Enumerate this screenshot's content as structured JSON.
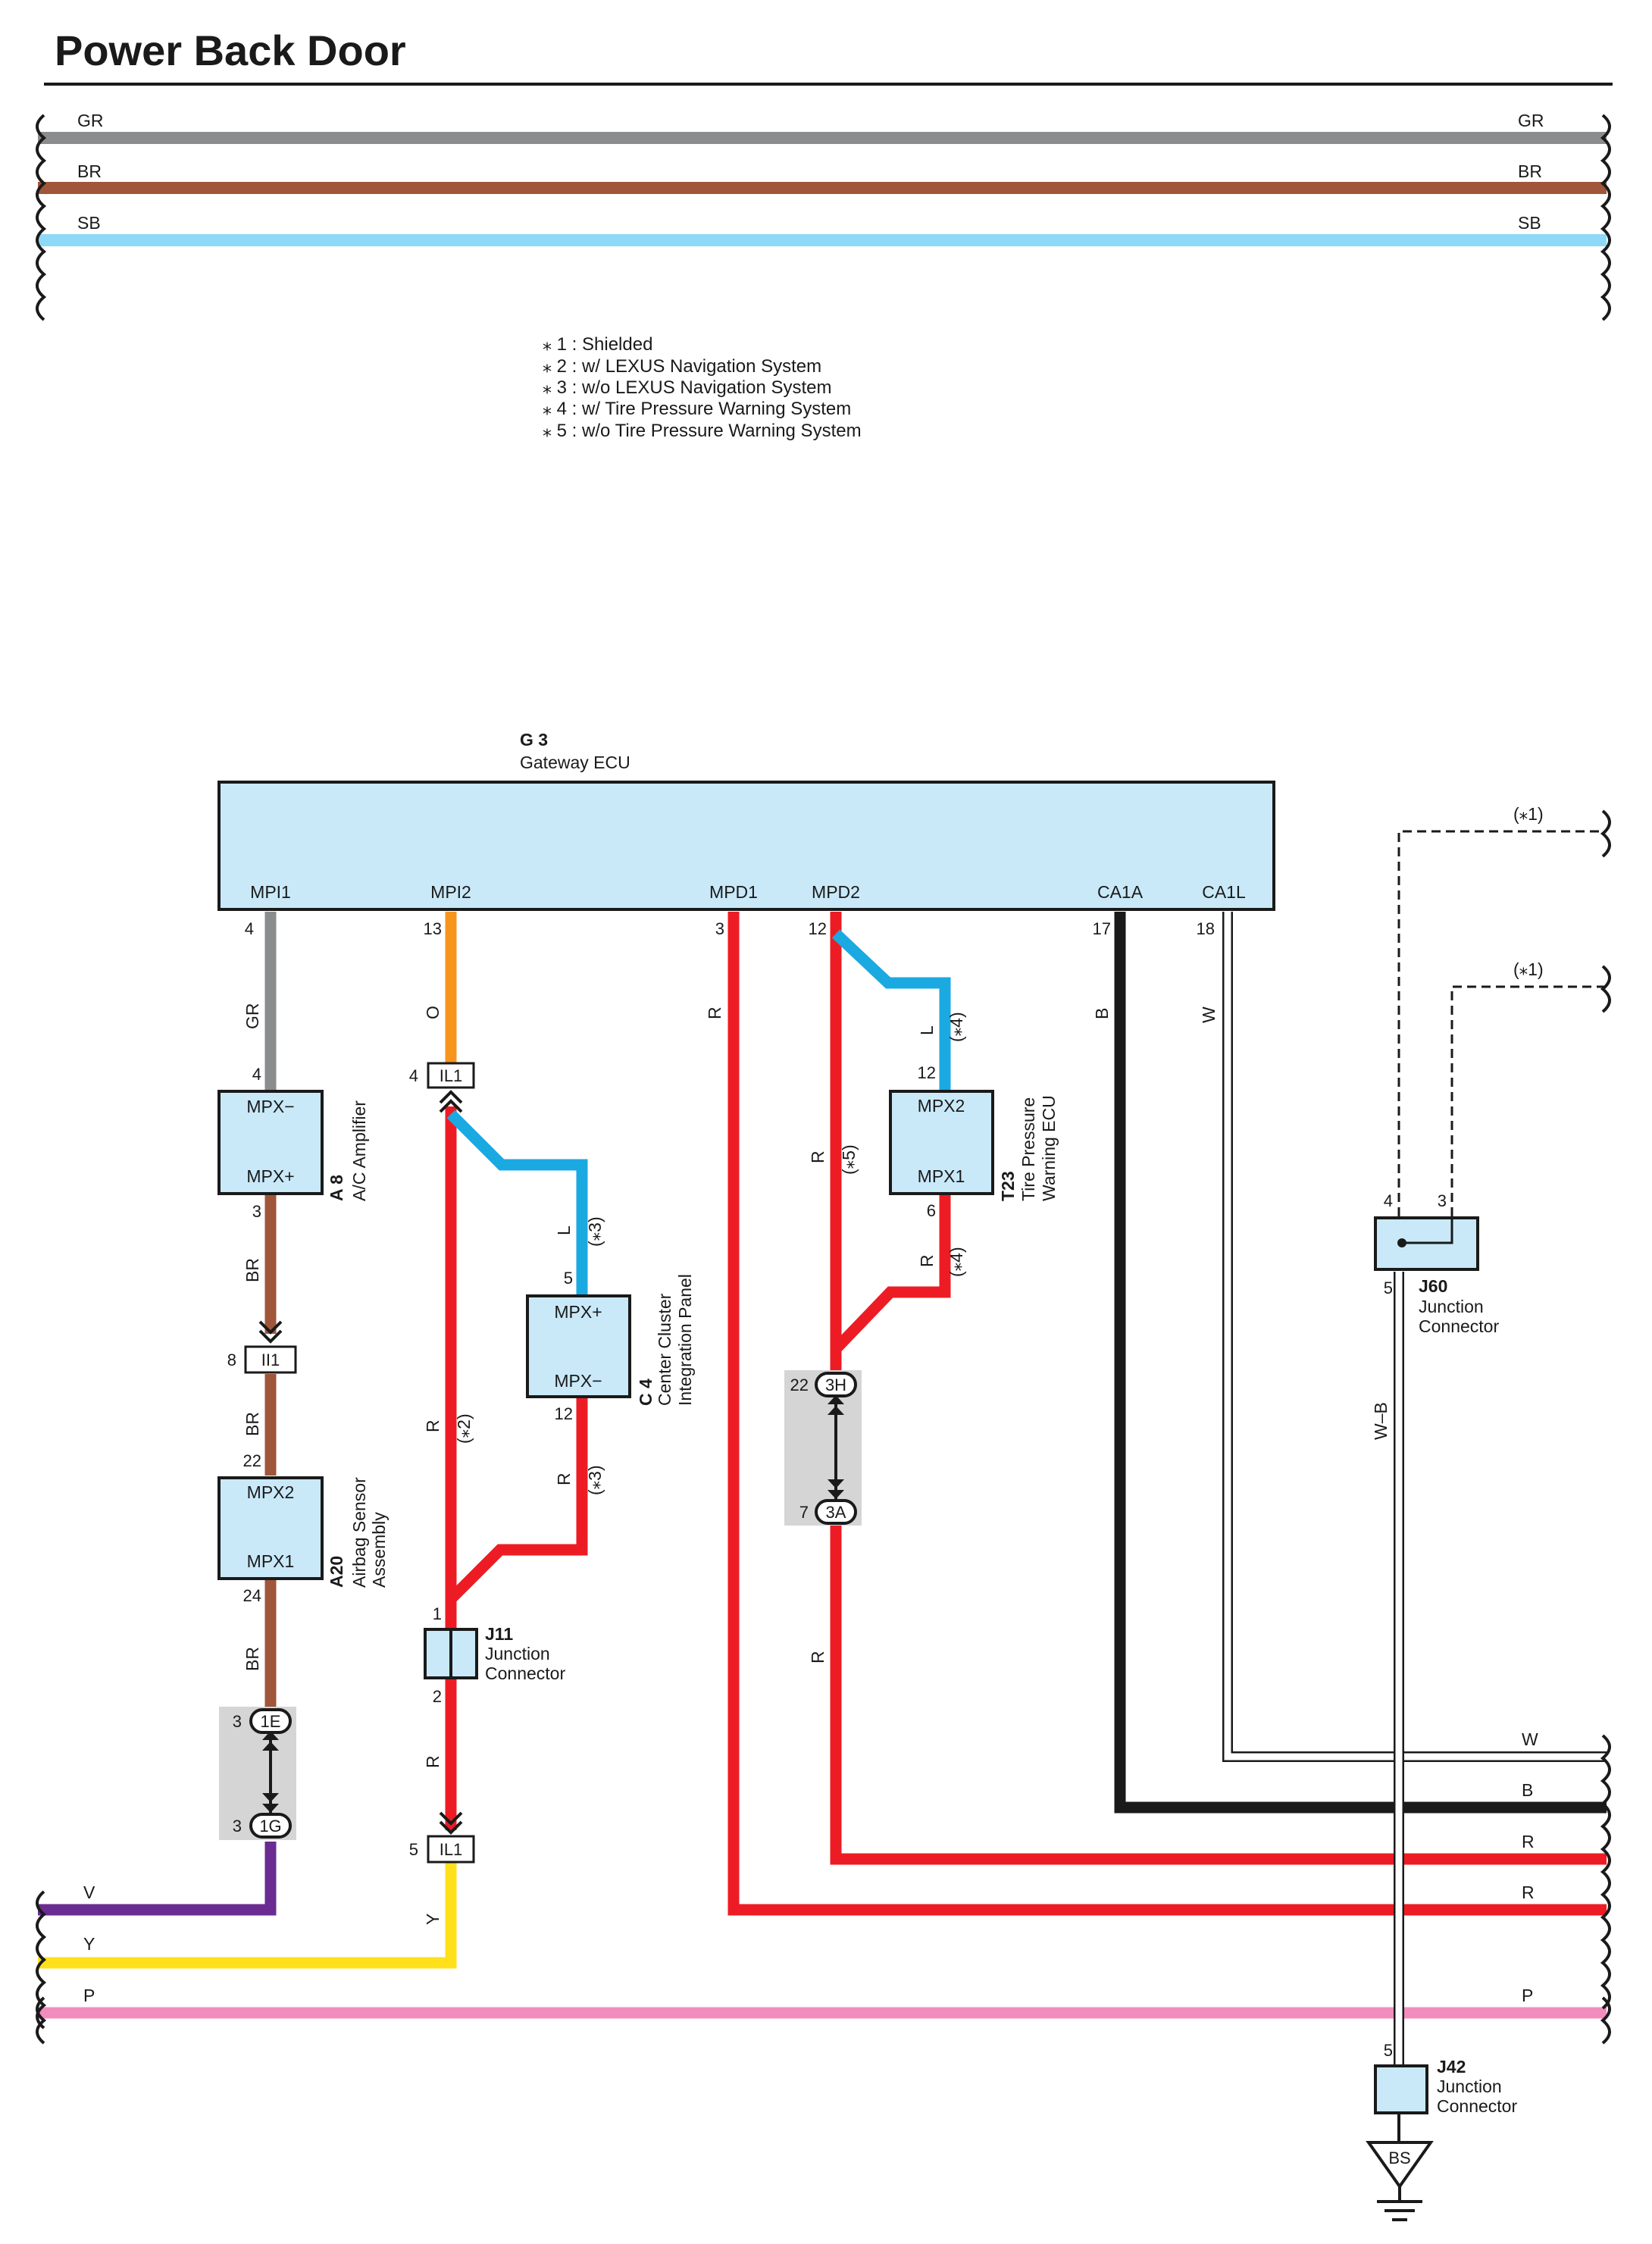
{
  "title": "Power Back Door",
  "colors": {
    "GR": "#8a8c8e",
    "BR": "#a0563a",
    "SB": "#8ed8f8",
    "O": "#f7941d",
    "R": "#ed1c24",
    "L": "#1ba9e1",
    "B": "#1a1a1a",
    "W": "#ffffff",
    "V": "#6a2c91",
    "Y": "#ffe01a",
    "P": "#f28cbd",
    "box": "#c9e9f9"
  },
  "top_wires": [
    {
      "code": "GR",
      "color": "GR"
    },
    {
      "code": "BR",
      "color": "BR"
    },
    {
      "code": "SB",
      "color": "SB"
    }
  ],
  "notes": [
    "⁎ 1 : Shielded",
    "⁎ 2 : w/ LEXUS Navigation System",
    "⁎ 3 : w/o LEXUS Navigation System",
    "⁎ 4 : w/ Tire Pressure Warning System",
    "⁎ 5 : w/o Tire Pressure Warning System"
  ],
  "gateway": {
    "code": "G 3",
    "name": "Gateway ECU",
    "terminals": [
      {
        "label": "MPI1",
        "pin": "4"
      },
      {
        "label": "MPI2",
        "pin": "13"
      },
      {
        "label": "MPD1",
        "pin": "3"
      },
      {
        "label": "MPD2",
        "pin": "12"
      },
      {
        "label": "CA1A",
        "pin": "17"
      },
      {
        "label": "CA1L",
        "pin": "18"
      }
    ]
  },
  "components": {
    "a8": {
      "code": "A 8",
      "name": "A/C Amplifier",
      "t1": "MPX−",
      "t2": "MPX+",
      "p1": "4",
      "p2": "3"
    },
    "a20": {
      "code": "A20",
      "name1": "Airbag Sensor",
      "name2": "Assembly",
      "t1": "MPX2",
      "t2": "MPX1",
      "p1": "22",
      "p2": "24"
    },
    "c4": {
      "code": "C 4",
      "name1": "Center Cluster",
      "name2": "Integration Panel",
      "t1": "MPX+",
      "t2": "MPX−",
      "p1": "5",
      "p2": "12"
    },
    "t23": {
      "code": "T23",
      "name1": "Tire Pressure",
      "name2": "Warning ECU",
      "t1": "MPX2",
      "t2": "MPX1",
      "p1": "12",
      "p2": "6"
    },
    "j11": {
      "code": "J11",
      "name1": "Junction",
      "name2": "Connector",
      "p1": "1",
      "p2": "2"
    },
    "j60": {
      "code": "J60",
      "name1": "Junction",
      "name2": "Connector",
      "p4": "4",
      "p3": "3",
      "p5": "5"
    },
    "j42": {
      "code": "J42",
      "name1": "Junction",
      "name2": "Connector",
      "p5": "5"
    },
    "ground": {
      "code": "BS"
    }
  },
  "connectors": {
    "il1_top": {
      "code": "IL1",
      "pin": "4"
    },
    "ii1": {
      "code": "II1",
      "pin": "8"
    },
    "il1_bot": {
      "code": "IL1",
      "pin": "5"
    },
    "e1": {
      "code": "1E",
      "pin": "3"
    },
    "g1": {
      "code": "1G",
      "pin": "3"
    },
    "h3": {
      "code": "3H",
      "pin": "22"
    },
    "a3": {
      "code": "3A",
      "pin": "7"
    }
  },
  "wire_labels": {
    "gr": "GR",
    "o": "O",
    "r": "R",
    "b": "B",
    "w": "W",
    "l": "L",
    "br": "BR",
    "y": "Y",
    "wb": "W–B",
    "s1": "(⁎1)",
    "s2": "(⁎2)",
    "s3": "(⁎3)",
    "s4": "(⁎4)",
    "s5": "(⁎5)"
  },
  "bottom_wires": [
    {
      "code": "W",
      "color": "W"
    },
    {
      "code": "B",
      "color": "B"
    },
    {
      "code": "R",
      "color": "R"
    },
    {
      "code": "R",
      "color": "R"
    },
    {
      "code": "V",
      "color": "V"
    },
    {
      "code": "Y",
      "color": "Y"
    },
    {
      "code": "P",
      "color": "P"
    }
  ]
}
